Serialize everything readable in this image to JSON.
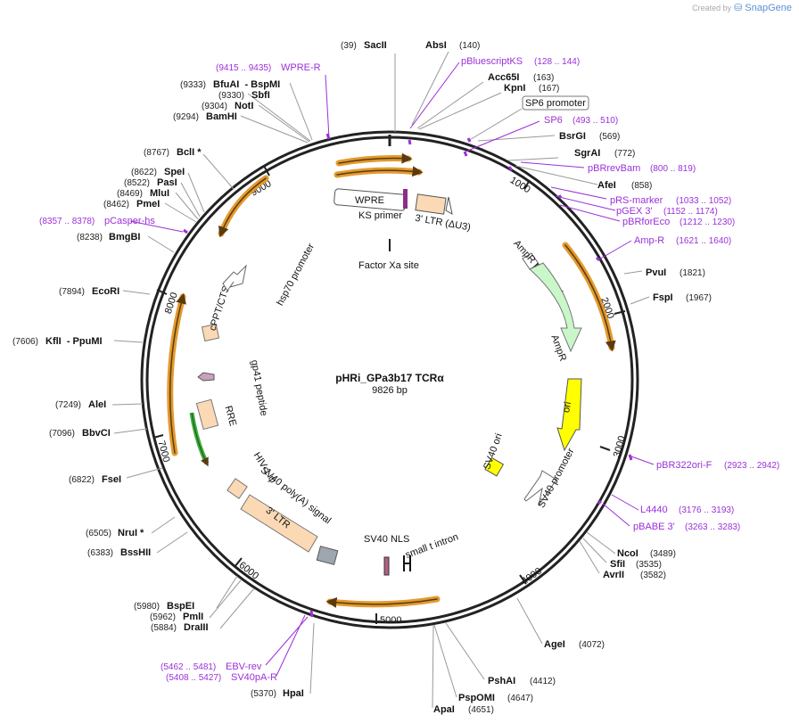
{
  "brand": {
    "created_by": "Created by",
    "name": "SnapGene"
  },
  "plasmid": {
    "name": "pHRi_GPa3b17 TCRα",
    "length_label": "9826 bp"
  },
  "colors": {
    "backbone": "#222222",
    "primer": "#9b30d9",
    "orange_arrow": "#e39a2d",
    "ampr": "#c9f7c9",
    "ori": "#ffff00",
    "peach": "#fbd9b5",
    "green_arrow": "#3fae3f"
  },
  "ticks": [
    {
      "label": "1000"
    },
    {
      "label": "2000"
    },
    {
      "label": "3000"
    },
    {
      "label": "4000"
    },
    {
      "label": "5000"
    },
    {
      "label": "6000"
    },
    {
      "label": "7000"
    },
    {
      "label": "8000"
    },
    {
      "label": "9000"
    }
  ],
  "sites": [
    {
      "name": "SacII",
      "pos": "(39)",
      "side": "left"
    },
    {
      "name": "AbsI",
      "pos": "(140)",
      "side": "right"
    },
    {
      "name": "Acc65I",
      "pos": "(163)",
      "side": "right"
    },
    {
      "name": "KpnI",
      "pos": "(167)",
      "side": "right"
    },
    {
      "name": "BsrGI",
      "pos": "(569)",
      "side": "right"
    },
    {
      "name": "SgrAI",
      "pos": "(772)",
      "side": "right"
    },
    {
      "name": "AfeI",
      "pos": "(858)",
      "side": "right"
    },
    {
      "name": "PvuI",
      "pos": "(1821)",
      "side": "right"
    },
    {
      "name": "FspI",
      "pos": "(1967)",
      "side": "right"
    },
    {
      "name": "NcoI",
      "pos": "(3489)",
      "side": "right"
    },
    {
      "name": "SfiI",
      "pos": "(3535)",
      "side": "right"
    },
    {
      "name": "AvrII",
      "pos": "(3582)",
      "side": "right"
    },
    {
      "name": "AgeI",
      "pos": "(4072)",
      "side": "right"
    },
    {
      "name": "PshAI",
      "pos": "(4412)",
      "side": "right"
    },
    {
      "name": "PspOMI",
      "pos": "(4647)",
      "side": "right"
    },
    {
      "name": "ApaI",
      "pos": "(4651)",
      "side": "right"
    },
    {
      "name": "HpaI",
      "pos": "(5370)",
      "side": "left"
    },
    {
      "name": "DraIII",
      "pos": "(5884)",
      "side": "left"
    },
    {
      "name": "PmlI",
      "pos": "(5962)",
      "side": "left"
    },
    {
      "name": "BspEI",
      "pos": "(5980)",
      "side": "left"
    },
    {
      "name": "BssHII",
      "pos": "(6383)",
      "side": "left"
    },
    {
      "name": "NruI *",
      "pos": "(6505)",
      "side": "left"
    },
    {
      "name": "FseI",
      "pos": "(6822)",
      "side": "left"
    },
    {
      "name": "BbvCI",
      "pos": "(7096)",
      "side": "left"
    },
    {
      "name": "AleI",
      "pos": "(7249)",
      "side": "left"
    },
    {
      "name": "KflI  - PpuMI",
      "pos": "(7606)",
      "side": "left"
    },
    {
      "name": "EcoRI",
      "pos": "(7894)",
      "side": "left"
    },
    {
      "name": "BmgBI",
      "pos": "(8238)",
      "side": "left"
    },
    {
      "name": "PmeI",
      "pos": "(8462)",
      "side": "left"
    },
    {
      "name": "MluI",
      "pos": "(8469)",
      "side": "left"
    },
    {
      "name": "PasI",
      "pos": "(8522)",
      "side": "left"
    },
    {
      "name": "SpeI",
      "pos": "(8622)",
      "side": "left"
    },
    {
      "name": "BclI *",
      "pos": "(8767)",
      "side": "left"
    },
    {
      "name": "BamHI",
      "pos": "(9294)",
      "side": "left"
    },
    {
      "name": "NotI",
      "pos": "(9304)",
      "side": "left"
    },
    {
      "name": "SbfI",
      "pos": "(9330)",
      "side": "left"
    },
    {
      "name": "BfuAI  - BspMI",
      "pos": "(9333)",
      "side": "left"
    }
  ],
  "primers": [
    {
      "name": "WPRE-R",
      "pos": "(9415 .. 9435)",
      "side": "left"
    },
    {
      "name": "pBluescriptKS",
      "pos": "(128 .. 144)",
      "side": "right"
    },
    {
      "name": "SP6",
      "pos": "(493 .. 510)",
      "side": "right"
    },
    {
      "name": "pBRrevBam",
      "pos": "(800 .. 819)",
      "side": "right"
    },
    {
      "name": "pRS-marker",
      "pos": "(1033 .. 1052)",
      "side": "right"
    },
    {
      "name": "pGEX 3'",
      "pos": "(1152 .. 1174)",
      "side": "right"
    },
    {
      "name": "pBRforEco",
      "pos": "(1212 .. 1230)",
      "side": "right"
    },
    {
      "name": "Amp-R",
      "pos": "(1621 .. 1640)",
      "side": "right"
    },
    {
      "name": "pBR322ori-F",
      "pos": "(2923 .. 2942)",
      "side": "right"
    },
    {
      "name": "L4440",
      "pos": "(3176 .. 3193)",
      "side": "right"
    },
    {
      "name": "pBABE 3'",
      "pos": "(3263 .. 3283)",
      "side": "right"
    },
    {
      "name": "EBV-rev",
      "pos": "(5462 .. 5481)",
      "side": "left"
    },
    {
      "name": "SV40pA-R",
      "pos": "(5408 .. 5427)",
      "side": "left"
    },
    {
      "name": "pCasper-hs",
      "pos": "(8357 .. 8378)",
      "side": "left"
    }
  ],
  "features": [
    {
      "label": "SP6 promoter"
    },
    {
      "label": "WPRE"
    },
    {
      "label": "KS primer"
    },
    {
      "label": "3' LTR (ΔU3)"
    },
    {
      "label": "Factor Xa site"
    },
    {
      "label": "AmpR promoter"
    },
    {
      "label": "AmpR"
    },
    {
      "label": "ori"
    },
    {
      "label": "SV40 ori"
    },
    {
      "label": "SV40 promoter"
    },
    {
      "label": "SV40 NLS"
    },
    {
      "label": "small t intron"
    },
    {
      "label": "SV40 poly(A) signal"
    },
    {
      "label": "3' LTR"
    },
    {
      "label": "HIV-1 ψ"
    },
    {
      "label": "RRE"
    },
    {
      "label": "gp41 peptide"
    },
    {
      "label": "cPPT/CTS"
    },
    {
      "label": "hsp70 promoter"
    }
  ]
}
